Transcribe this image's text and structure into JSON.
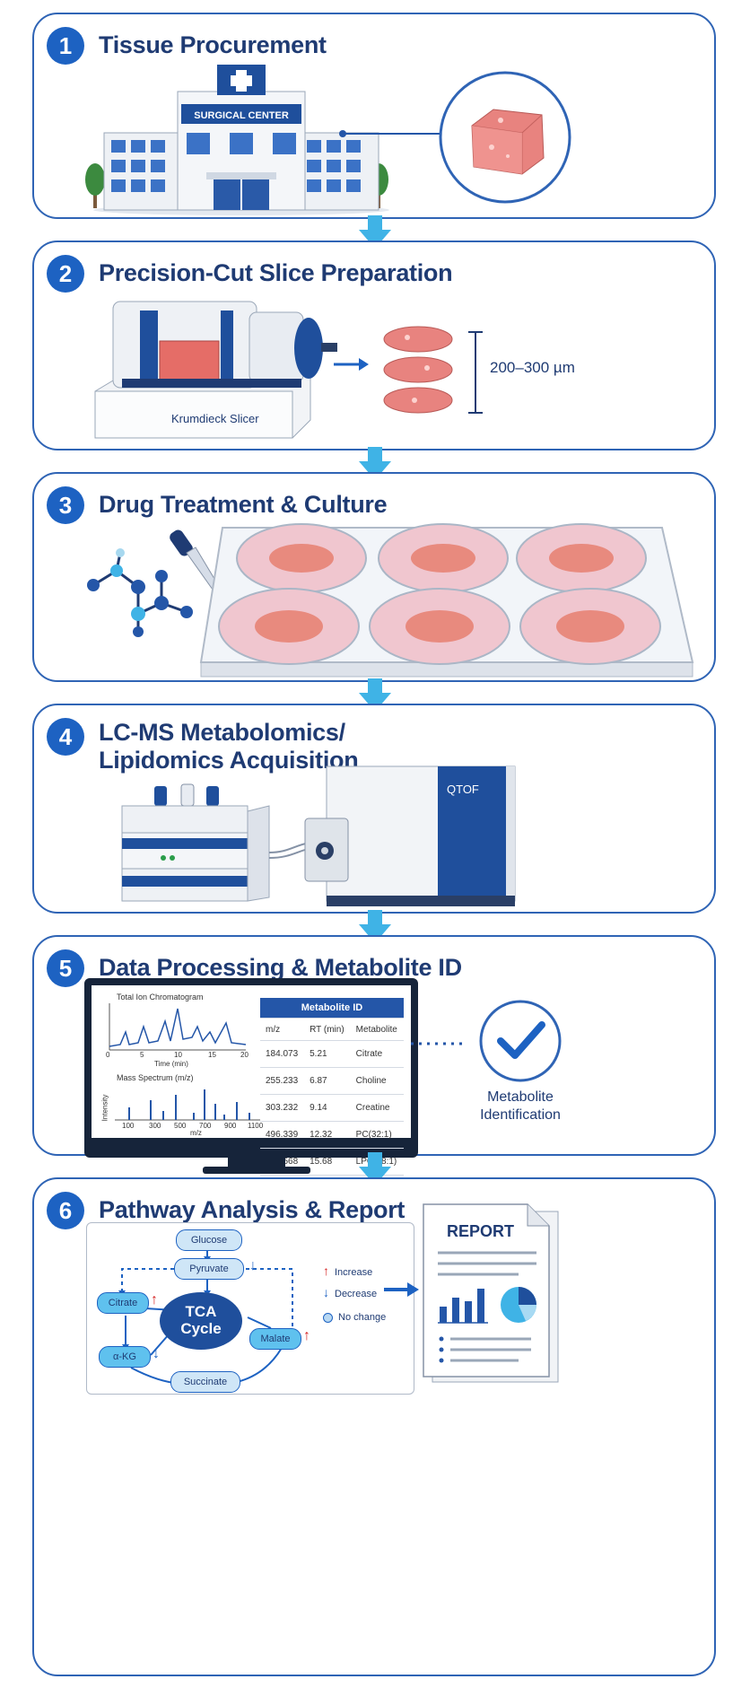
{
  "steps": [
    {
      "num": "1",
      "title": "Tissue Procurement",
      "hospital_sign": "SURGICAL CENTER"
    },
    {
      "num": "2",
      "title": "Precision-Cut Slice Preparation",
      "slicer_label": "Krumdieck Slicer",
      "thickness": "200–300 µm"
    },
    {
      "num": "3",
      "title": "Drug Treatment & Culture"
    },
    {
      "num": "4",
      "title_line1": "LC-MS Metabolomics/",
      "title_line2": "Lipidomics Acquisition",
      "instrument_label": "QTOF"
    },
    {
      "num": "5",
      "title": "Data Processing & Metabolite ID",
      "tic_title": "Total Ion Chromatogram",
      "tic_xlabel": "Time (min)",
      "tic_ticks": [
        "0",
        "5",
        "10",
        "15",
        "20"
      ],
      "ms_title": "Mass Spectrum (m/z)",
      "ms_ylabel": "Intensity",
      "ms_xlabel": "m/z",
      "ms_ticks": [
        "100",
        "300",
        "500",
        "700",
        "900",
        "1100"
      ],
      "table_title": "Metabolite ID",
      "table_headers": [
        "m/z",
        "RT (min)",
        "Metabolite"
      ],
      "table_rows": [
        [
          "184.073",
          "5.21",
          "Citrate"
        ],
        [
          "255.233",
          "6.87",
          "Choline"
        ],
        [
          "303.232",
          "9.14",
          "Creatine"
        ],
        [
          "496.339",
          "12.32",
          "PC(32:1)"
        ],
        [
          "834.568",
          "15.68",
          "LPC(18:1)"
        ]
      ],
      "id_label_line1": "Metabolite",
      "id_label_line2": "Identification"
    },
    {
      "num": "6",
      "title": "Pathway Analysis & Report",
      "nodes": {
        "glucose": "Glucose",
        "pyruvate": "Pyruvate",
        "citrate": "Citrate",
        "tca_line1": "TCA",
        "tca_line2": "Cycle",
        "akg": "α-KG",
        "malate": "Malate",
        "succinate": "Succinate"
      },
      "legend": {
        "increase": "Increase",
        "decrease": "Decrease",
        "nochange": "No change"
      },
      "report_title": "REPORT"
    }
  ],
  "colors": {
    "primary": "#1d62c2",
    "navy": "#1f3b73",
    "accent": "#3fb3e6",
    "increase": "#d62828",
    "decrease": "#1d62c2"
  }
}
